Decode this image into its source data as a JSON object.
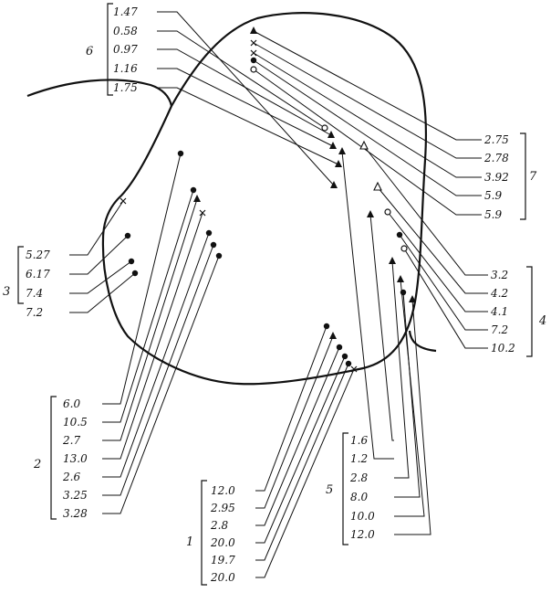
{
  "groups": [
    {
      "id": "1",
      "label": "1",
      "values": [
        "12.0",
        "2.95",
        "2.8",
        "20.0",
        "19.7",
        "20.0"
      ]
    },
    {
      "id": "2",
      "label": "2",
      "values": [
        "6.0",
        "10.5",
        "2.7",
        "13.0",
        "2.6",
        "3.25",
        "3.28"
      ]
    },
    {
      "id": "3",
      "label": "3",
      "values": [
        "5.27",
        "6.17",
        "7.4",
        "7.2"
      ]
    },
    {
      "id": "4",
      "label": "4",
      "values": [
        "3.2",
        "4.2",
        "4.1",
        "7.2",
        "10.2"
      ]
    },
    {
      "id": "5",
      "label": "5",
      "values": [
        "1.6",
        "1.2",
        "2.8",
        "8.0",
        "10.0",
        "12.0"
      ]
    },
    {
      "id": "6",
      "label": "6",
      "values": [
        "1.47",
        "0.58",
        "0.97",
        "1.16",
        "1.75"
      ]
    },
    {
      "id": "7",
      "label": "7",
      "values": [
        "2.75",
        "2.78",
        "3.92",
        "5.9",
        "5.9"
      ]
    }
  ],
  "colors": {
    "ink": "#111111",
    "paper": "#ffffff"
  }
}
